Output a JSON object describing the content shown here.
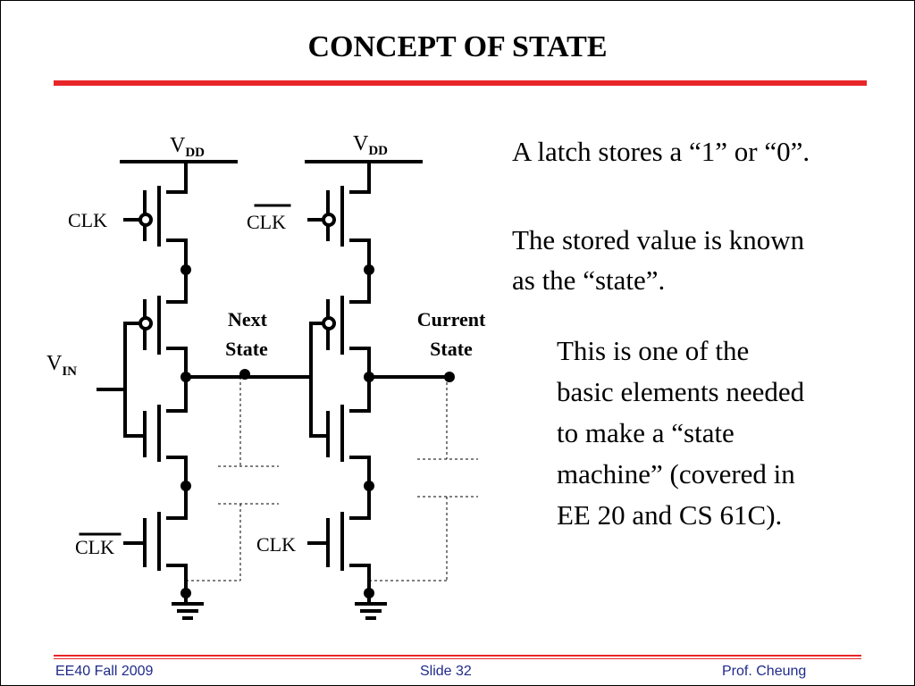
{
  "slide": {
    "title": "CONCEPT OF STATE",
    "paragraphs": [
      "A latch stores a “1” or “0”.",
      "The stored value is known\nas the “state”.",
      "This is one of the\nbasic elements needed\nto make a “state\nmachine” (covered in\nEE 20 and CS 61C)."
    ]
  },
  "diagram": {
    "vdd_main": "V",
    "vdd_sub": "DD",
    "vin_main": "V",
    "vin_sub": "IN",
    "clk": "CLK",
    "next_state_line1": "Next",
    "next_state_line2": "State",
    "current_state_line1": "Current",
    "current_state_line2": "State"
  },
  "footer": {
    "left": "EE40 Fall 2009",
    "center": "Slide 32",
    "right": "Prof. Cheung"
  },
  "colors": {
    "accent": "#e8262a",
    "footer_text": "#1f2a8a"
  }
}
